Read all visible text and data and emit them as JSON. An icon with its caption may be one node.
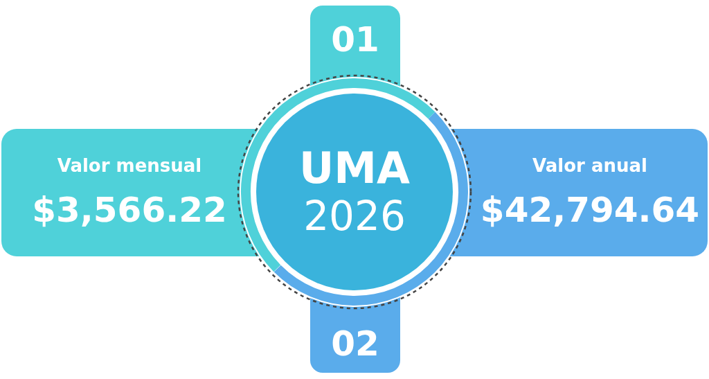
{
  "diagram": {
    "nodes": [
      {
        "text": [
          "01"
        ]
      },
      {
        "text": [
          "Valor mensual",
          "$3,566.22"
        ]
      },
      {
        "text": [
          "UMA",
          "2026"
        ]
      },
      {
        "text": [
          "Valor anual",
          "$42,794.64"
        ]
      },
      {
        "text": [
          "02"
        ]
      }
    ]
  }
}
